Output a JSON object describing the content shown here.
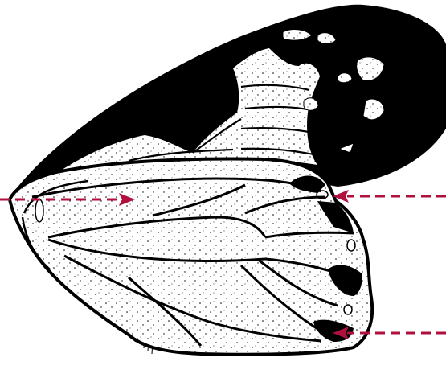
{
  "figure": {
    "subject": "butterfly-wing-illustration",
    "colors": {
      "ink": "#000000",
      "paper": "#ffffff",
      "arrow": "#b0103e"
    },
    "arrows": [
      {
        "id": "left-arrow",
        "direction": "right"
      },
      {
        "id": "upper-right-arrow",
        "direction": "left"
      },
      {
        "id": "lower-right-arrow",
        "direction": "left"
      }
    ]
  }
}
